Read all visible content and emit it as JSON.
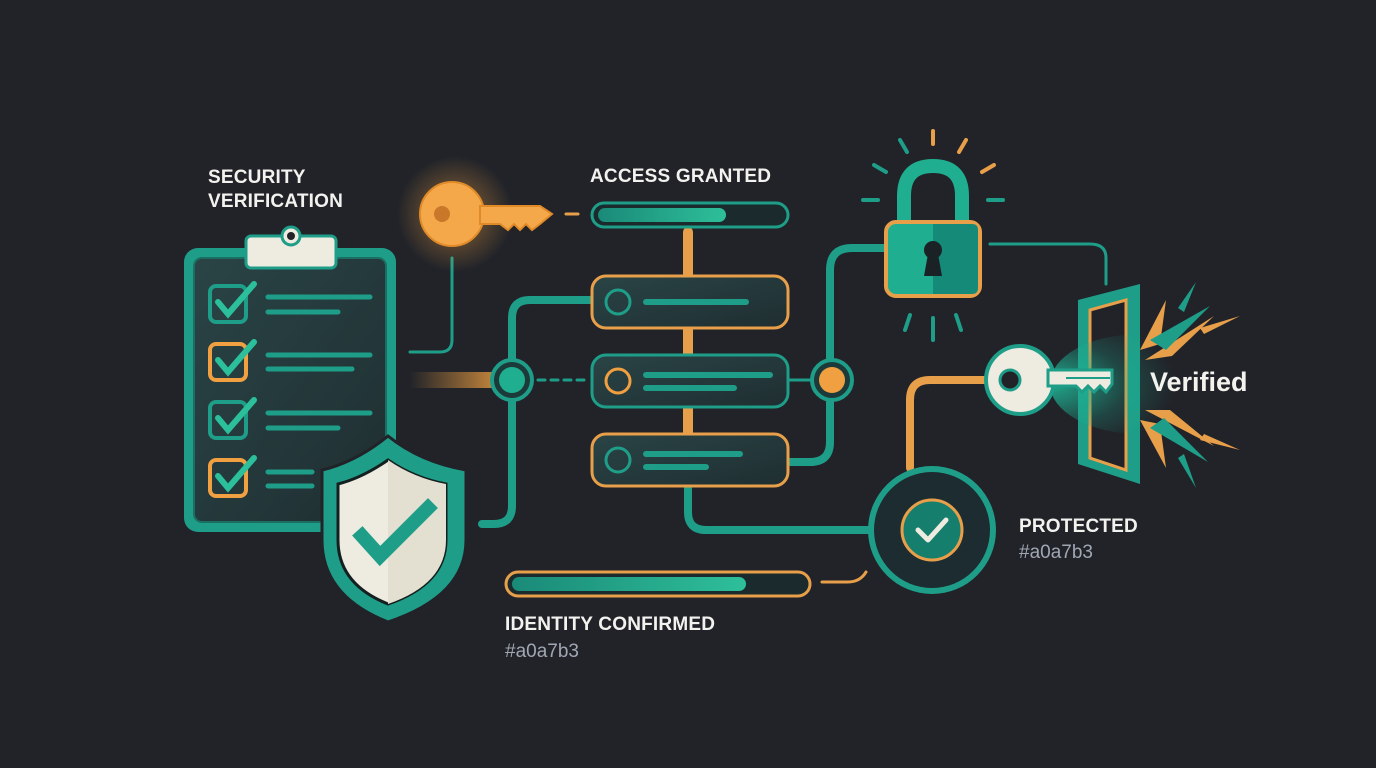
{
  "labels": {
    "security_verification": [
      "SECURITY",
      "VERIFICATION"
    ],
    "access_granted": "ACCESS GRANTED",
    "verified": "Verified",
    "protected": "PROTECTED",
    "protected_sub": "#a0a7b3",
    "identity_confirmed": "IDENTITY CONFIRMED",
    "identity_sub": "#a0a7b3"
  },
  "icons": [
    "clipboard-checklist-icon",
    "shield-check-icon",
    "golden-key-icon",
    "padlock-icon",
    "white-key-icon",
    "door-icon",
    "check-circle-icon"
  ],
  "progress": {
    "access_granted_pct": 70,
    "identity_confirmed_pct": 78
  },
  "colors": {
    "background": "#212329",
    "teal": "#1e9e88",
    "teal_light": "#2bbf9c",
    "orange": "#f0a040",
    "panel": "#24383a",
    "cream": "#eeebe0",
    "muted_text": "#a0a7b3"
  }
}
